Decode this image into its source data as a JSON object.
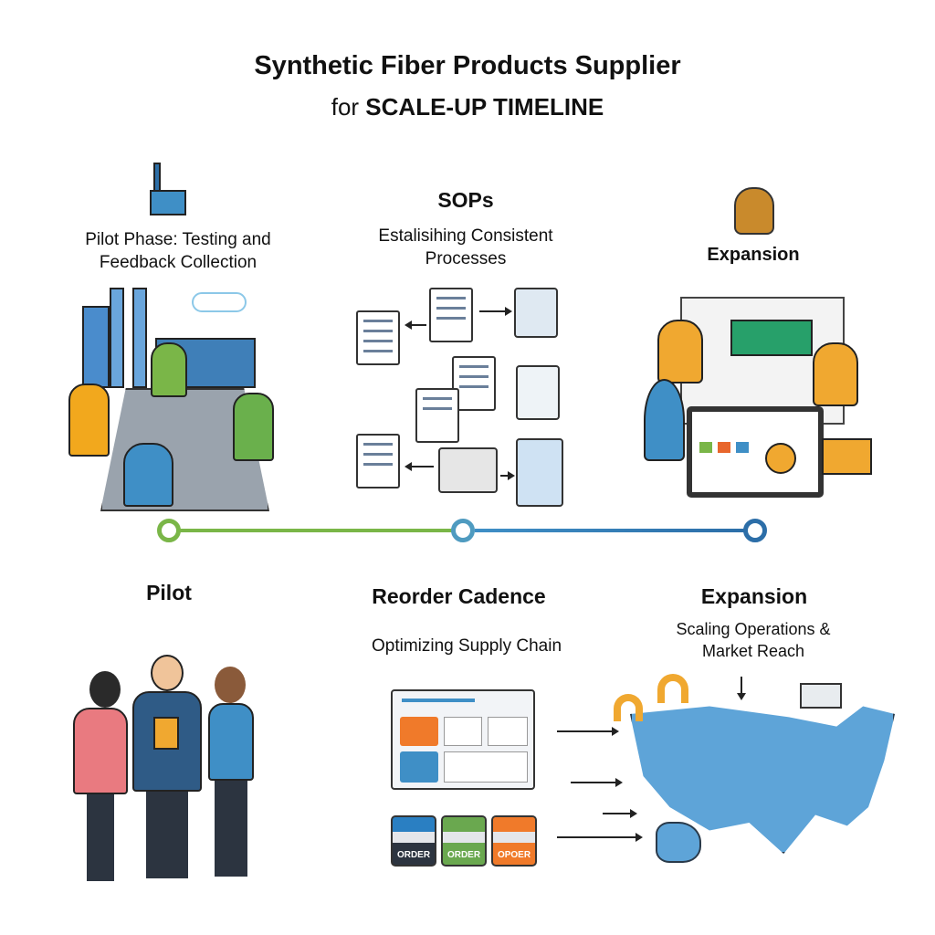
{
  "header": {
    "title": "Synthetic Fiber Products Supplier",
    "subtitle_prefix": "for",
    "subtitle_main": "SCALE-UP TIMELINE"
  },
  "top": {
    "pilot": {
      "text_line1": "Pilot Phase: Testing and",
      "text_line2": "Feedback Collection",
      "icon": "factory-icon"
    },
    "sops": {
      "title": "SOPs",
      "text_line1": "Estalisihing Consistent",
      "text_line2": "Processes"
    },
    "expansion": {
      "title": "Expansion",
      "icon": "hair-icon"
    }
  },
  "timeline": {
    "colors": {
      "green": "#7ab648",
      "blue": "#3f8fc6",
      "dark_blue": "#2c6ea8"
    }
  },
  "bottom": {
    "pilot": {
      "title": "Pilot"
    },
    "reorder": {
      "title": "Reorder Cadence",
      "text": "Optimizing Supply Chain",
      "orders": [
        "ORDER",
        "ORDER",
        "OPOER"
      ]
    },
    "expansion": {
      "title": "Expansion",
      "text_line1": "Scaling Operations &",
      "text_line2": "Market Reach"
    }
  }
}
